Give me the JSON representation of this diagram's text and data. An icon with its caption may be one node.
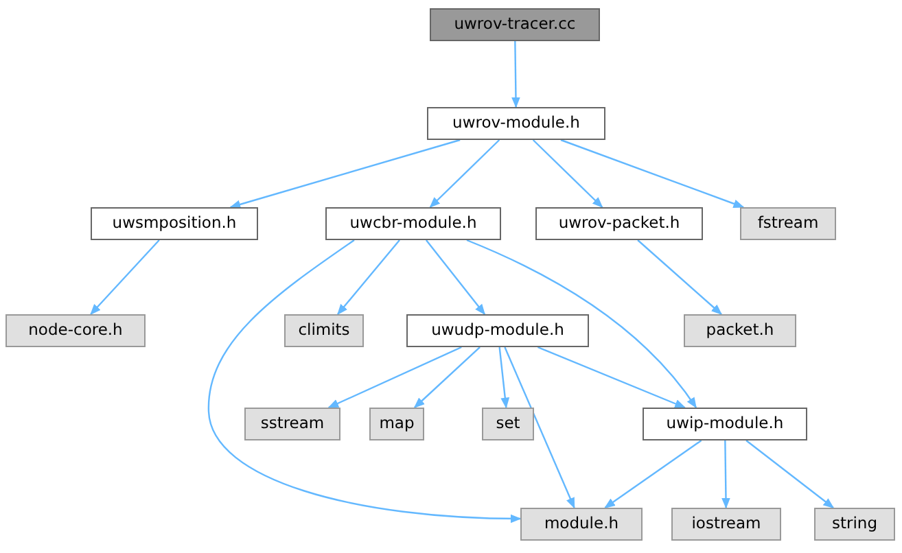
{
  "diagram": {
    "nodes": [
      {
        "text": [
          "uwrov-tracer.cc"
        ]
      },
      {
        "text": [
          "uwrov-module.h"
        ]
      },
      {
        "text": [
          "uwsmposition.h"
        ]
      },
      {
        "text": [
          "uwcbr-module.h"
        ]
      },
      {
        "text": [
          "uwrov-packet.h"
        ]
      },
      {
        "text": [
          "fstream"
        ]
      },
      {
        "text": [
          "node-core.h"
        ]
      },
      {
        "text": [
          "climits"
        ]
      },
      {
        "text": [
          "uwudp-module.h"
        ]
      },
      {
        "text": [
          "packet.h"
        ]
      },
      {
        "text": [
          "sstream"
        ]
      },
      {
        "text": [
          "map"
        ]
      },
      {
        "text": [
          "set"
        ]
      },
      {
        "text": [
          "uwip-module.h"
        ]
      },
      {
        "text": [
          "module.h"
        ]
      },
      {
        "text": [
          "iostream"
        ]
      },
      {
        "text": [
          "string"
        ]
      }
    ],
    "edges": [
      {
        "from": 0,
        "to": 1,
        "arrow": "to"
      },
      {
        "from": 1,
        "to": 2,
        "arrow": "to"
      },
      {
        "from": 1,
        "to": 3,
        "arrow": "to"
      },
      {
        "from": 1,
        "to": 4,
        "arrow": "to"
      },
      {
        "from": 1,
        "to": 5,
        "arrow": "to"
      },
      {
        "from": 2,
        "to": 6,
        "arrow": "to"
      },
      {
        "from": 3,
        "to": 14,
        "arrow": "to"
      },
      {
        "from": 3,
        "to": 7,
        "arrow": "to"
      },
      {
        "from": 3,
        "to": 8,
        "arrow": "to"
      },
      {
        "from": 3,
        "to": 13,
        "arrow": "to"
      },
      {
        "from": 4,
        "to": 9,
        "arrow": "to"
      },
      {
        "from": 8,
        "to": 10,
        "arrow": "to"
      },
      {
        "from": 8,
        "to": 11,
        "arrow": "to"
      },
      {
        "from": 8,
        "to": 12,
        "arrow": "to"
      },
      {
        "from": 8,
        "to": 14,
        "arrow": "to"
      },
      {
        "from": 8,
        "to": 13,
        "arrow": "to"
      },
      {
        "from": 13,
        "to": 14,
        "arrow": "to"
      },
      {
        "from": 13,
        "to": 15,
        "arrow": "to"
      },
      {
        "from": 13,
        "to": 16,
        "arrow": "to"
      }
    ]
  }
}
